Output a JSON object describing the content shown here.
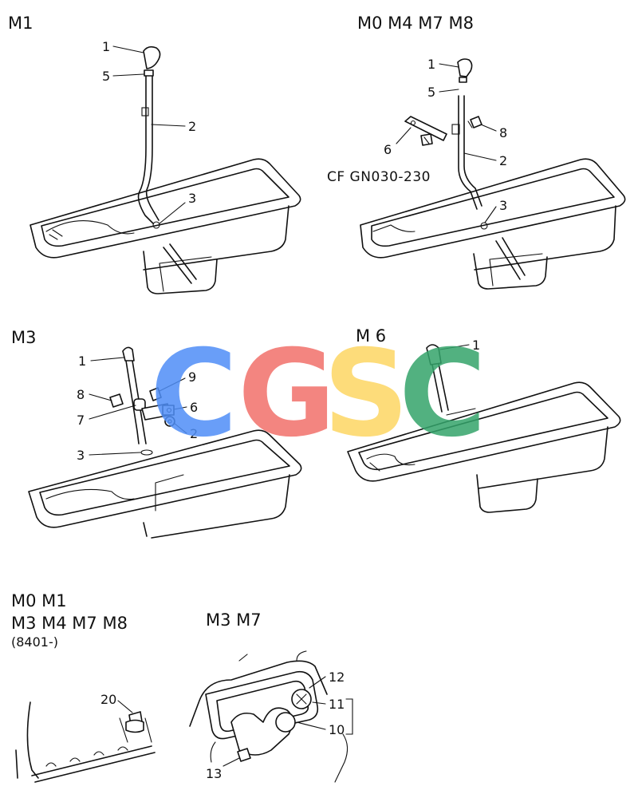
{
  "sections": {
    "m1": {
      "title": "M1",
      "labels": [
        "1",
        "5",
        "2",
        "3"
      ]
    },
    "m0m4m7m8": {
      "title": "M0 M4 M7 M8",
      "labels": [
        "1",
        "5",
        "8",
        "6",
        "2",
        "3"
      ],
      "reference": "CF GN030-230"
    },
    "m3": {
      "title": "M3",
      "labels": [
        "1",
        "9",
        "8",
        "6",
        "7",
        "2",
        "3"
      ]
    },
    "m6": {
      "title": "M 6",
      "labels": [
        "1"
      ]
    },
    "m0m1m3m4m7m8": {
      "title_lines": [
        "M0 M1",
        "M3 M4 M7 M8",
        "(8401-)"
      ],
      "labels": [
        "20"
      ]
    },
    "m3m7": {
      "title": "M3 M7",
      "labels": [
        "12",
        "11",
        "10",
        "13"
      ]
    }
  },
  "watermark": {
    "letters": [
      {
        "char": "C",
        "color": "#4f8ef7"
      },
      {
        "char": "G",
        "color": "#f2706a"
      },
      {
        "char": "S",
        "color": "#fdd663"
      },
      {
        "char": "C",
        "color": "#34a46b"
      }
    ]
  }
}
